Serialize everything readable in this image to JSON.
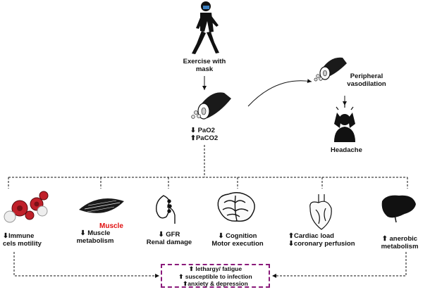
{
  "top": {
    "exercise_label_line1": "Exercise with",
    "exercise_label_line2": "mask",
    "pa_o2": "⬇ PaO2",
    "pa_co2": "⬆PaCO2",
    "peripheral_line1": "Peripheral",
    "peripheral_line2": "vasodilation",
    "headache": "Headache"
  },
  "effects": [
    {
      "line1": "⬇Immune",
      "line2": "cels motility",
      "icon": "immune-cells-icon"
    },
    {
      "line1": "⬇ Muscle",
      "line2": "metabolism",
      "icon": "muscle-icon",
      "tag": "Muscle"
    },
    {
      "line1": "⬇ GFR",
      "line2": "Renal damage",
      "icon": "kidney-icon"
    },
    {
      "line1": "⬇ Cognition",
      "line2": "Motor execution",
      "icon": "brain-icon"
    },
    {
      "line1": "⬆Cardiac load",
      "line2": "⬇coronary perfusion",
      "icon": "heart-icon"
    },
    {
      "line1": "⬆ anerobic",
      "line2": "metabolism",
      "icon": "liver-icon"
    }
  ],
  "outcomes": [
    "⬆ lethargy/ fatigue",
    "⬆ susceptible to infection",
    "⬆anxiety & depression"
  ],
  "colors": {
    "box_border": "#8a1a7a",
    "muscle_tag": "#e01010",
    "immune_cells": "#c0202a"
  }
}
